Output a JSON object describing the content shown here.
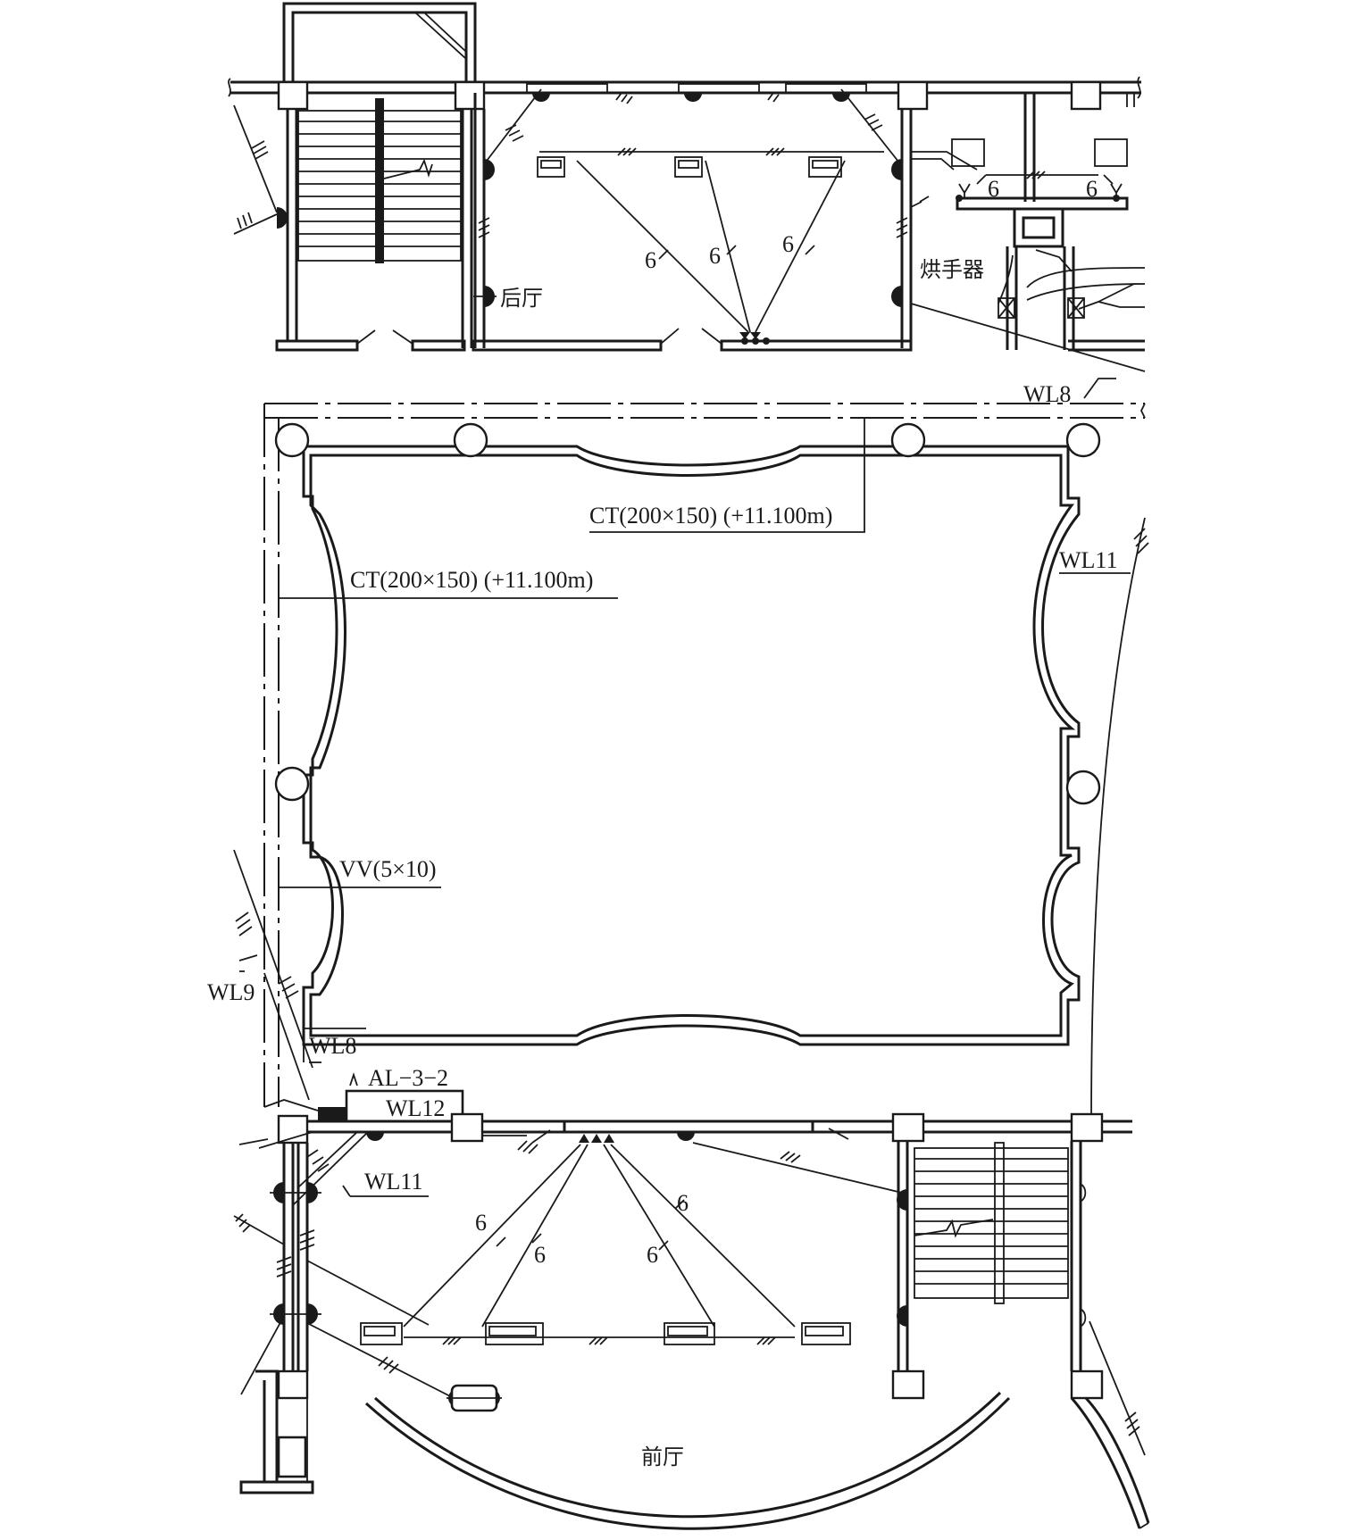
{
  "labels": {
    "rear_hall": "后厅",
    "hand_dryer": "烘手器",
    "front_hall": "前厅",
    "wl8_top": "WL8",
    "ct_top": "CT(200×150) (+11.100m)",
    "ct_left": "CT(200×150) (+11.100m)",
    "wl11_right": "WL11",
    "vv": "VV(5×10)",
    "wl9": "WL9",
    "wl8_bottom": "WL8",
    "panel": "AL−3−2",
    "wl12": "WL12",
    "wl11_bottom": "WL11"
  },
  "wire_counts": {
    "top_a": "6",
    "top_b": "6",
    "top_c": "6",
    "toilet_a": "6",
    "toilet_b": "6",
    "bottom_a": "6",
    "bottom_b": "6",
    "bottom_c": "6",
    "bottom_d": "6"
  }
}
